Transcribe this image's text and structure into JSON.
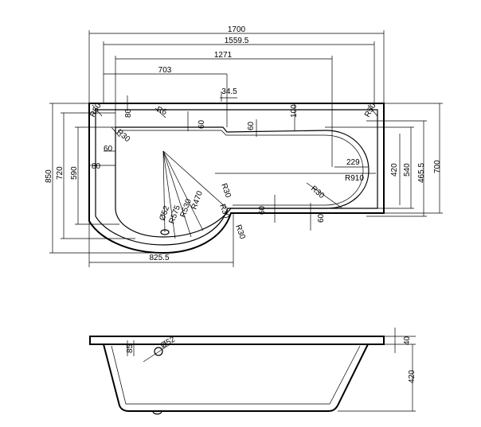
{
  "top_view": {
    "overall_length": "1700",
    "length_1559": "1559.5",
    "length_1271": "1271",
    "length_703": "703",
    "step_width": "34.5",
    "corner_r50_left": "R50",
    "corner_r50_right": "R50",
    "rim_80": "80",
    "r6": "R6",
    "ledge_60_a": "60",
    "ledge_60_b": "60",
    "dim_100": "100",
    "r30_inner": "R30",
    "dim_60_left": "60",
    "dim_80_left": "80",
    "dim_229": "229",
    "dim_420": "420",
    "dim_540": "540",
    "dim_465": "465.5",
    "dim_700": "700",
    "r910": "R910",
    "r30_right": "R30",
    "dim_850": "850",
    "dim_720": "720",
    "dim_590": "590",
    "waste_dia": "Ø52",
    "r575": "R575",
    "r530": "R530",
    "r470": "R470",
    "r30_a": "R30",
    "r30_b": "R30",
    "r30_c": "R30",
    "bottom_60_a": "60",
    "bottom_60_b": "60",
    "dim_825": "825.5"
  },
  "side_view": {
    "waste_dia": "Ø52",
    "dim_85": "85",
    "rim_40": "40",
    "depth_420": "420"
  }
}
